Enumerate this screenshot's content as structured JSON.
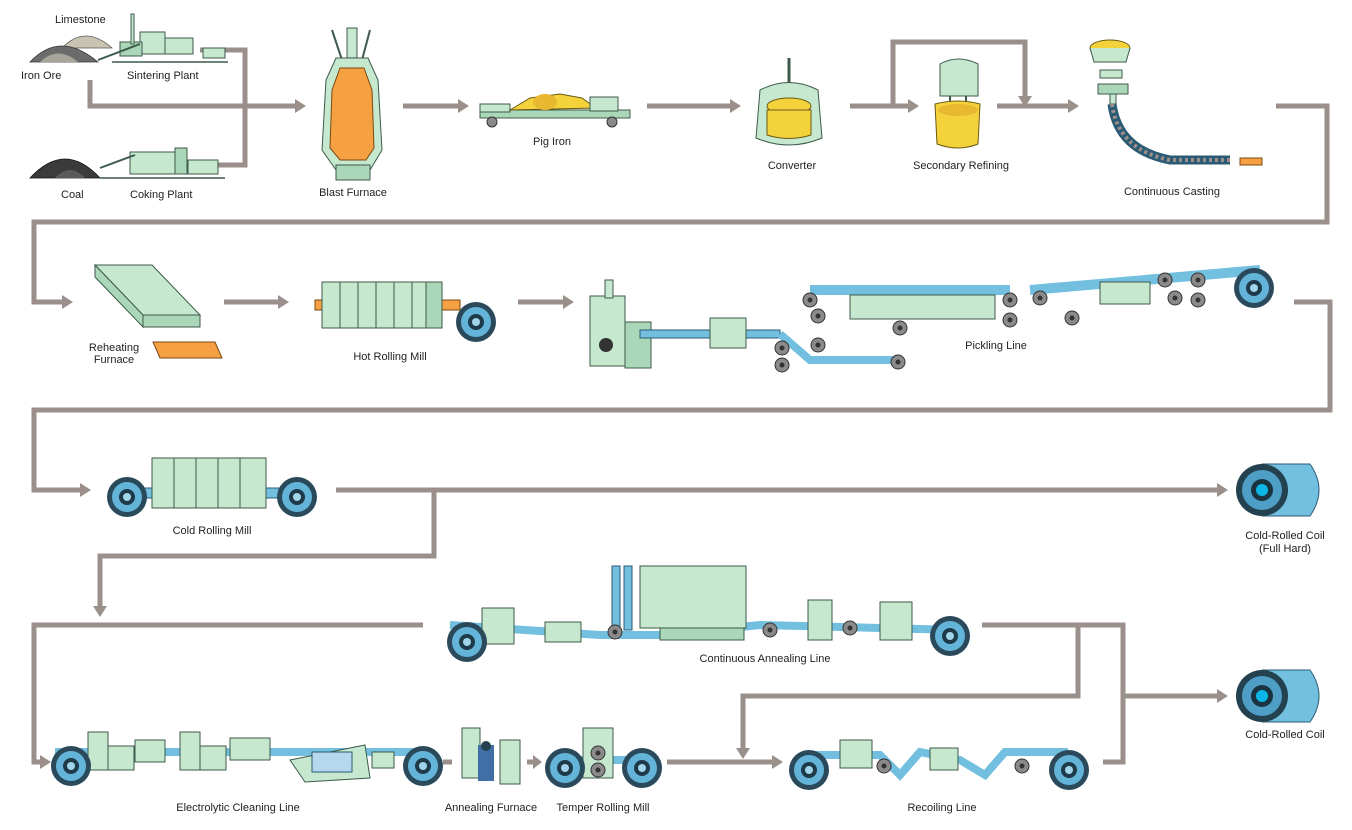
{
  "stages": {
    "limestone": "Limestone",
    "iron_ore": "Iron Ore",
    "sintering_plant": "Sintering Plant",
    "coal": "Coal",
    "coking_plant": "Coking Plant",
    "blast_furnace": "Blast Furnace",
    "pig_iron": "Pig Iron",
    "converter": "Converter",
    "secondary_refining": "Secondary Refining",
    "continuous_casting": "Continuous Casting",
    "reheating_furnace_line1": "Reheating",
    "reheating_furnace_line2": "Furnace",
    "hot_rolling_mill": "Hot Rolling Mill",
    "pickling_line": "Pickling Line",
    "cold_rolling_mill": "Cold Rolling Mill",
    "cold_rolled_coil_full_hard_line1": "Cold-Rolled Coil",
    "cold_rolled_coil_full_hard_line2": "(Full Hard)",
    "continuous_annealing_line": "Continuous Annealing Line",
    "cold_rolled_coil": "Cold-Rolled Coil",
    "electrolytic_cleaning_line": "Electrolytic Cleaning Line",
    "annealing_furnace": "Annealing Furnace",
    "temper_rolling_mill": "Temper Rolling Mill",
    "recoiling_line": "Recoiling Line"
  },
  "colors": {
    "flow_line": "#9a8f8a",
    "equipment": "#c5e8cf",
    "strip": "#72bfdf",
    "molten": "#f5a042",
    "roll": "#8a8a8a"
  }
}
